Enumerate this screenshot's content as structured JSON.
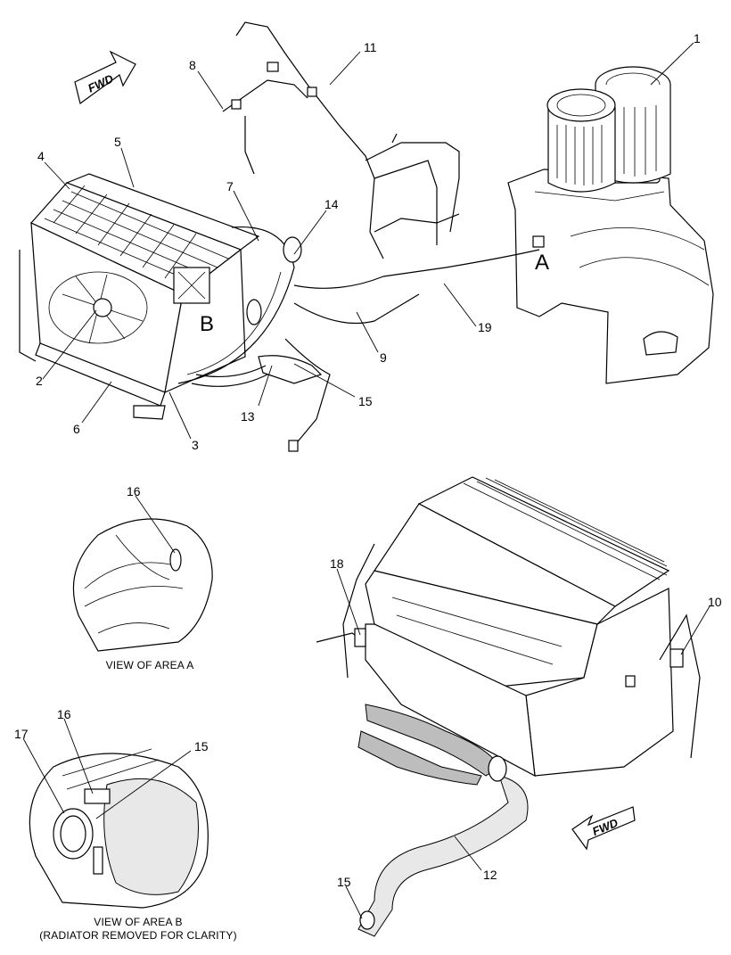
{
  "direction_labels": {
    "forward_top": "FWD",
    "forward_bottom": "FWD"
  },
  "area_markers": {
    "area_a": "A",
    "area_b": "B"
  },
  "callouts": {
    "n1": "1",
    "n2": "2",
    "n3": "3",
    "n4": "4",
    "n5": "5",
    "n6": "6",
    "n7": "7",
    "n8": "8",
    "n9": "9",
    "n10": "10",
    "n11": "11",
    "n12": "12",
    "n13": "13",
    "n14": "14",
    "n15_main": "15",
    "n16_a": "16",
    "n17": "17",
    "n16_b": "16",
    "n15_b": "15",
    "n18": "18",
    "n19": "19",
    "n15_bottom": "15"
  },
  "captions": {
    "view_a": "VIEW OF AREA A",
    "view_b_line1": "VIEW OF AREA B",
    "view_b_line2": "(RADIATOR REMOVED FOR CLARITY)"
  }
}
